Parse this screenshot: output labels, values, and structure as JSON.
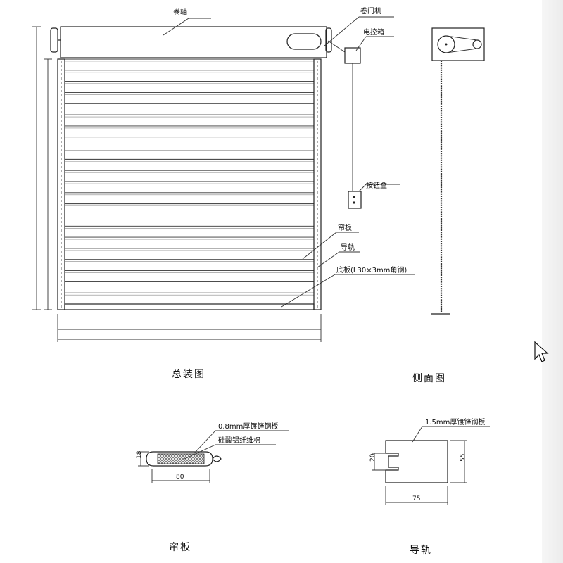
{
  "assembly": {
    "roller_shaft": "卷轴",
    "door_motor": "卷门机",
    "control_box": "电控箱",
    "button_box": "按钮盒",
    "curtain_slat": "帘板",
    "guide_rail": "导轨",
    "bottom_plate": "底板(L30×3mm角钢)",
    "caption": "总装图",
    "slat_count": 22
  },
  "side_view": {
    "caption": "侧面图"
  },
  "slat_detail": {
    "caption": "帘板",
    "material_1": "0.8mm厚镀锌钢板",
    "material_2": "硅酸铝纤维棉",
    "height_dim": "18",
    "width_dim": "80"
  },
  "rail_detail": {
    "caption": "导轨",
    "material": "1.5mm厚镀锌钢板",
    "slot_dim": "20",
    "height_dim": "55",
    "width_dim": "75"
  },
  "colors": {
    "line": "#222222",
    "fill_hatch": "#555555",
    "background": "#ffffff"
  }
}
